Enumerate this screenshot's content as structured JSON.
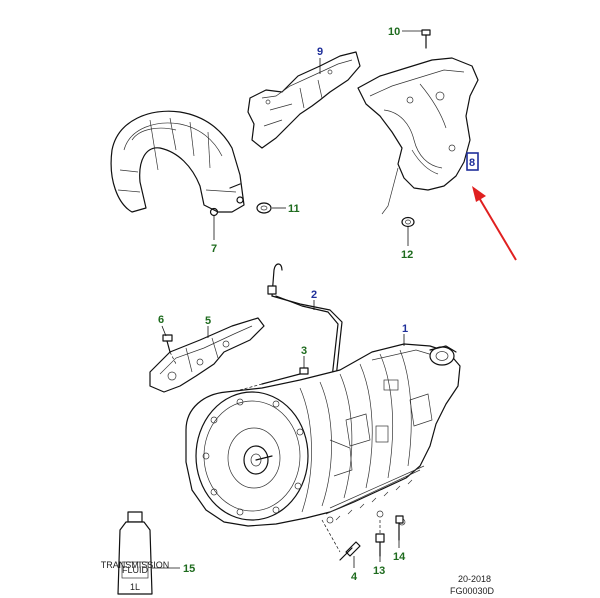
{
  "callouts": [
    {
      "id": "1",
      "text": "1",
      "color": "blue"
    },
    {
      "id": "2",
      "text": "2",
      "color": "blue"
    },
    {
      "id": "3",
      "text": "3",
      "color": "green"
    },
    {
      "id": "4",
      "text": "4",
      "color": "green"
    },
    {
      "id": "5",
      "text": "5",
      "color": "green"
    },
    {
      "id": "6",
      "text": "6",
      "color": "green"
    },
    {
      "id": "7",
      "text": "7",
      "color": "green"
    },
    {
      "id": "8",
      "text": "8",
      "color": "blue"
    },
    {
      "id": "9",
      "text": "9",
      "color": "blue"
    },
    {
      "id": "10",
      "text": "10",
      "color": "green"
    },
    {
      "id": "11",
      "text": "11",
      "color": "green"
    },
    {
      "id": "12",
      "text": "12",
      "color": "green"
    },
    {
      "id": "13",
      "text": "13",
      "color": "green"
    },
    {
      "id": "14",
      "text": "14",
      "color": "green"
    },
    {
      "id": "15",
      "text": "15",
      "color": "green"
    }
  ],
  "bottle": {
    "line1": "TRANSMISSION",
    "line2": "FLUID",
    "volume": "1L"
  },
  "footer": {
    "date": "20-2018",
    "code": "FG00030D"
  },
  "colors": {
    "blue": "#1f2f9a",
    "green": "#1e6b1e",
    "arrow": "#e02020",
    "highlight": "#1f2f9a"
  }
}
